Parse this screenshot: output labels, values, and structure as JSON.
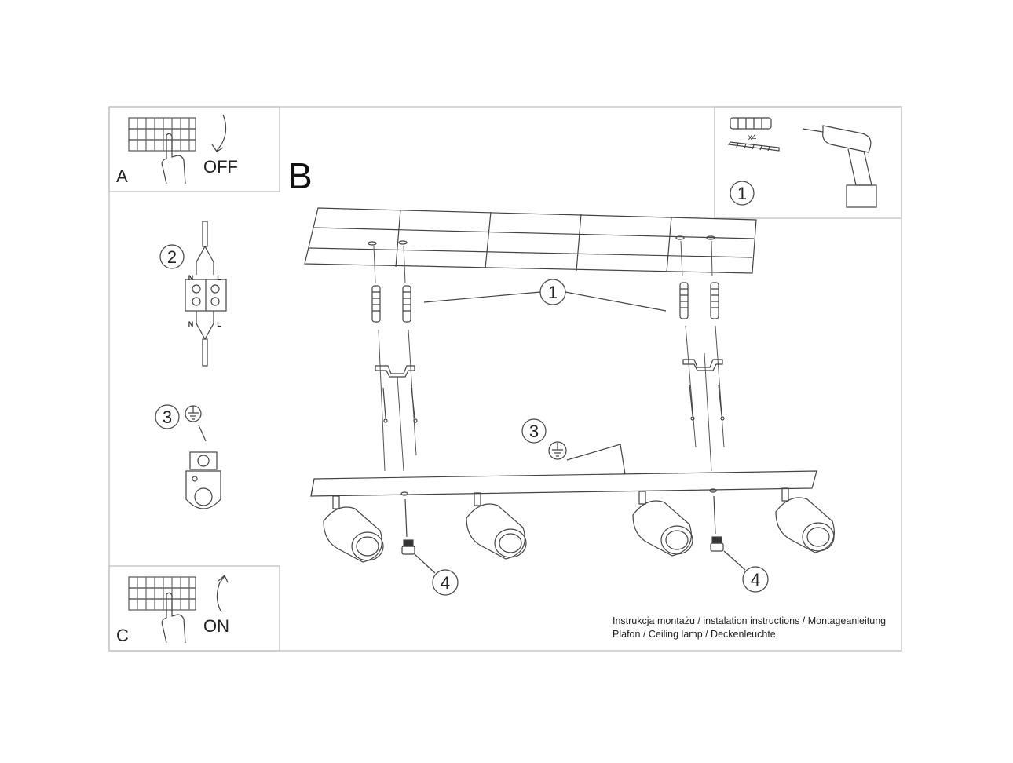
{
  "panels": {
    "a": {
      "letter": "A",
      "state": "OFF"
    },
    "c": {
      "letter": "C",
      "state": "ON"
    },
    "main": {
      "letter": "B"
    }
  },
  "tools": {
    "count": "x4",
    "step": "1"
  },
  "wiring": {
    "step": "2",
    "n_top": "N",
    "l_top": "L",
    "n_bottom": "N",
    "l_bottom": "L"
  },
  "ground": {
    "step": "3"
  },
  "callouts": {
    "anchors": "1",
    "ground": "3",
    "screw_left": "4",
    "screw_right": "4"
  },
  "footer": {
    "line1": "Instrukcja montażu / instalation instructions / Montageanleitung",
    "line2": "Plafon / Ceiling lamp / Deckenleuchte"
  },
  "colors": {
    "line": "#444444",
    "frame": "#bbbbbb"
  }
}
